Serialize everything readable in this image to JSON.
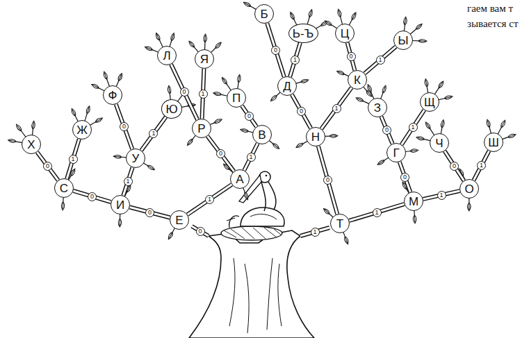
{
  "diagram": {
    "nodes": [
      {
        "text": [
          "Б"
        ]
      },
      {
        "text": [
          "Ь-Ъ"
        ]
      },
      {
        "text": [
          "Ц"
        ]
      },
      {
        "text": [
          "Ы"
        ]
      },
      {
        "text": [
          "Л"
        ]
      },
      {
        "text": [
          "Я"
        ]
      },
      {
        "text": [
          "Д"
        ]
      },
      {
        "text": [
          "К"
        ]
      },
      {
        "text": [
          "Ф"
        ]
      },
      {
        "text": [
          "П"
        ]
      },
      {
        "text": [
          "З"
        ]
      },
      {
        "text": [
          "Щ"
        ]
      },
      {
        "text": [
          "Ю"
        ]
      },
      {
        "text": [
          "Ж"
        ]
      },
      {
        "text": [
          "Р"
        ]
      },
      {
        "text": [
          "В"
        ]
      },
      {
        "text": [
          "Н"
        ]
      },
      {
        "text": [
          "Х"
        ]
      },
      {
        "text": [
          "Ч"
        ]
      },
      {
        "text": [
          "Ш"
        ]
      },
      {
        "text": [
          "Г"
        ]
      },
      {
        "text": [
          "У"
        ]
      },
      {
        "text": [
          "А"
        ]
      },
      {
        "text": [
          "С"
        ]
      },
      {
        "text": [
          "О"
        ]
      },
      {
        "text": [
          "М"
        ]
      },
      {
        "text": [
          "И"
        ]
      },
      {
        "text": [
          "Е"
        ]
      },
      {
        "text": [
          "Т"
        ]
      }
    ],
    "edges": [
      {
        "from": 27,
        "to": 26,
        "label": "0",
        "arrow": "none"
      },
      {
        "from": 27,
        "to": 22,
        "label": "1",
        "arrow": "none"
      },
      {
        "from": 26,
        "to": 23,
        "label": "0",
        "arrow": "none"
      },
      {
        "from": 26,
        "to": 21,
        "label": "1",
        "arrow": "none"
      },
      {
        "from": 23,
        "to": 17,
        "label": "0",
        "arrow": "none"
      },
      {
        "from": 23,
        "to": 13,
        "label": "1",
        "arrow": "none"
      },
      {
        "from": 21,
        "to": 8,
        "label": "0",
        "arrow": "none"
      },
      {
        "from": 21,
        "to": 12,
        "label": "1",
        "arrow": "none"
      },
      {
        "from": 22,
        "to": 14,
        "label": "0",
        "arrow": "none"
      },
      {
        "from": 22,
        "to": 15,
        "label": "1",
        "arrow": "none"
      },
      {
        "from": 14,
        "to": 4,
        "label": "0",
        "arrow": "none"
      },
      {
        "from": 14,
        "to": 5,
        "label": "1",
        "arrow": "none"
      },
      {
        "from": 15,
        "to": 9,
        "label": "0",
        "arrow": "none"
      },
      {
        "from": 28,
        "to": 16,
        "label": "0",
        "arrow": "none"
      },
      {
        "from": 28,
        "to": 25,
        "label": "1",
        "arrow": "none"
      },
      {
        "from": 16,
        "to": 6,
        "label": "0",
        "arrow": "none"
      },
      {
        "from": 16,
        "to": 7,
        "label": "1",
        "arrow": "none"
      },
      {
        "from": 6,
        "to": 0,
        "label": "0",
        "arrow": "none"
      },
      {
        "from": 6,
        "to": 1,
        "label": "1",
        "arrow": "none"
      },
      {
        "from": 7,
        "to": 2,
        "label": "0",
        "arrow": "none"
      },
      {
        "from": 7,
        "to": 3,
        "label": "1",
        "arrow": "none"
      },
      {
        "from": 25,
        "to": 20,
        "label": "0",
        "arrow": "none"
      },
      {
        "from": 25,
        "to": 24,
        "label": "1",
        "arrow": "none"
      },
      {
        "from": 20,
        "to": 10,
        "label": "0",
        "arrow": "none"
      },
      {
        "from": 20,
        "to": 11,
        "label": "1",
        "arrow": "none"
      },
      {
        "from": 24,
        "to": 18,
        "label": "0",
        "arrow": "none"
      },
      {
        "from": 24,
        "to": 19,
        "label": "1",
        "arrow": "none"
      }
    ],
    "labels": [
      "0",
      "1",
      "гаем вам т",
      "зывается ст"
    ]
  }
}
